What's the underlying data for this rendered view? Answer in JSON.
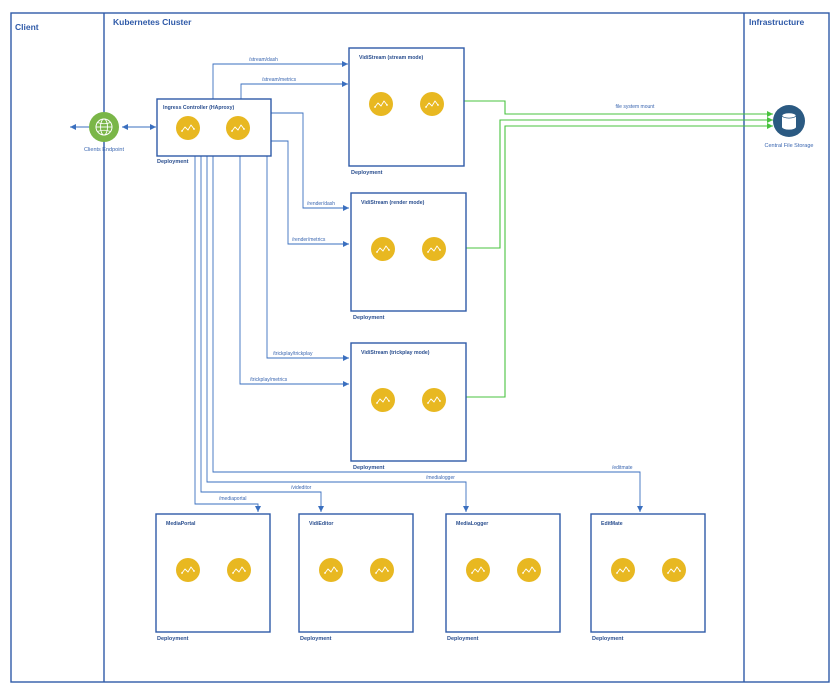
{
  "zones": {
    "client": "Client",
    "cluster": "Kubernetes Cluster",
    "infra": "Infrastructure"
  },
  "clients_endpoint": {
    "label": "Clients Endpoint",
    "icon": "globe-icon",
    "color": "#7ab648"
  },
  "storage": {
    "label": "Central File Storage",
    "icon": "database-icon",
    "color": "#2b5a82"
  },
  "ingress": {
    "title": "Ingress Controller (HAproxy)",
    "deployment": "Deployment"
  },
  "stream": {
    "title": "VidiStream (stream mode)",
    "deployment": "Deployment"
  },
  "render": {
    "title": "VidiStream (render mode)",
    "deployment": "Deployment"
  },
  "trickplay": {
    "title": "VidiStream (trickplay mode)",
    "deployment": "Deployment"
  },
  "mediaportal": {
    "title": "MediaPortal",
    "deployment": "Deployment"
  },
  "videditor": {
    "title": "VidiEditor",
    "deployment": "Deployment"
  },
  "medialogger": {
    "title": "MediaLogger",
    "deployment": "Deployment"
  },
  "editmate": {
    "title": "EditMate",
    "deployment": "Deployment"
  },
  "routes": {
    "stream_dash": "/stream/dash",
    "stream_metrics": "/stream/metrics",
    "render_dash": "/render/dash",
    "render_metrics": "/render/metrics",
    "trickplay": "/trickplay/trickplay",
    "trickplay_metrics": "/trickplay/metrics",
    "mediaportal": "/mediaportal",
    "videditor": "/videditor",
    "medialogger": "/medialogger",
    "editmate": "/editmate"
  },
  "file_mount": "file system mount",
  "colors": {
    "pod": "#e8b821",
    "connector": "#3a6fbf",
    "mount": "#49c33f",
    "border": "#2f5aa8"
  }
}
